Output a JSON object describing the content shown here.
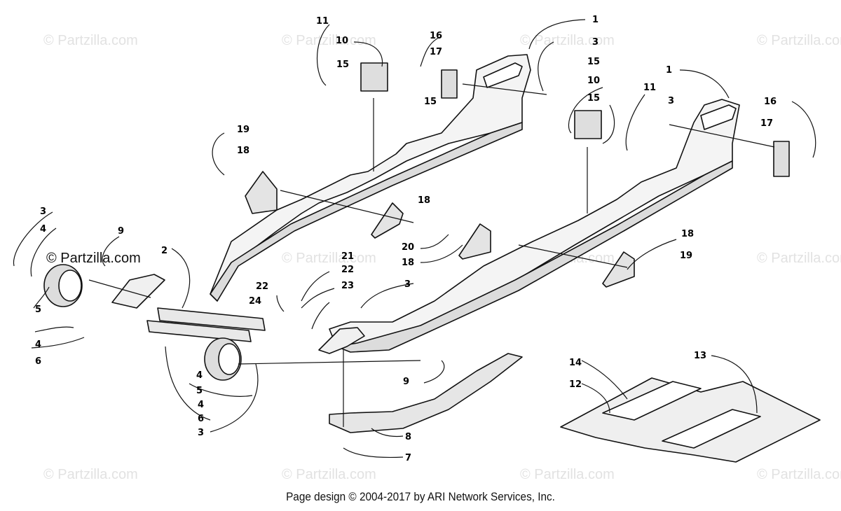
{
  "watermark": {
    "text": "© Partzilla.com",
    "featured_text": "© Partzilla.com"
  },
  "callouts": {
    "c1a": "1",
    "c1b": "1",
    "c2": "2",
    "c3a": "3",
    "c3b": "3",
    "c3c": "3",
    "c3d": "3",
    "c3e": "3",
    "c4a": "4",
    "c4b": "4",
    "c4c": "4",
    "c4d": "4",
    "c5a": "5",
    "c5b": "5",
    "c6a": "6",
    "c6b": "6",
    "c7": "7",
    "c8": "8",
    "c9a": "9",
    "c9b": "9",
    "c10a": "10",
    "c10b": "10",
    "c11a": "11",
    "c11b": "11",
    "c12": "12",
    "c13": "13",
    "c14": "14",
    "c15a": "15",
    "c15b": "15",
    "c15c": "15",
    "c15d": "15",
    "c16a": "16",
    "c16b": "16",
    "c17a": "17",
    "c17b": "17",
    "c18a": "18",
    "c18b": "18",
    "c18c": "18",
    "c18d": "18",
    "c19a": "19",
    "c19b": "19",
    "c20": "20",
    "c21": "21",
    "c22a": "22",
    "c22b": "22",
    "c23": "23",
    "c24": "24"
  },
  "footer": "Page design © 2004-2017 by ARI Network Services, Inc.",
  "colors": {
    "ink": "#111111",
    "watermark": "#e2e2e2",
    "background": "#ffffff"
  }
}
